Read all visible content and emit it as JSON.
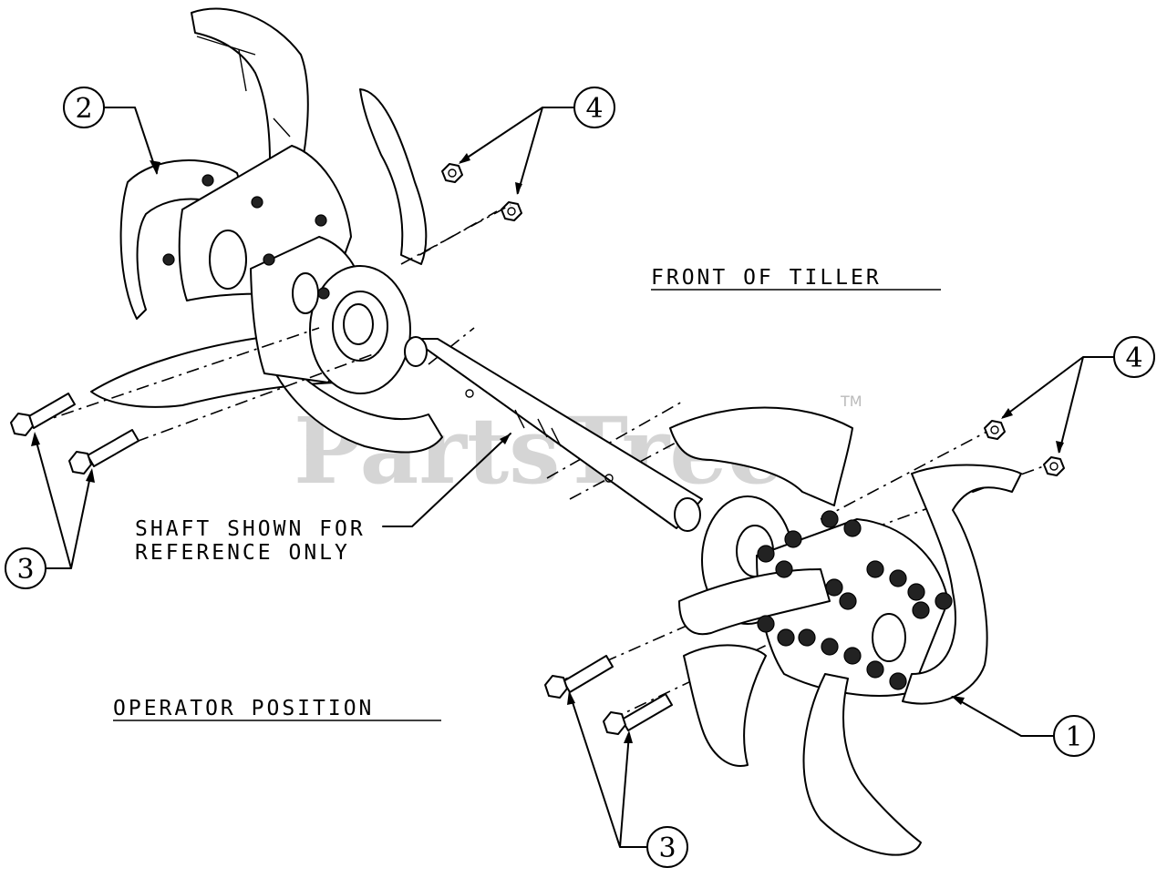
{
  "labels": {
    "front": "FRONT OF TILLER",
    "operator": "OPERATOR POSITION",
    "shaft_line1": "SHAFT SHOWN FOR",
    "shaft_line2": "REFERENCE ONLY"
  },
  "watermark": {
    "text": "PartsTree",
    "tm": "TM"
  },
  "callouts": [
    {
      "id": "c1",
      "text": "1"
    },
    {
      "id": "c2",
      "text": "2"
    },
    {
      "id": "c3a",
      "text": "3"
    },
    {
      "id": "c3b",
      "text": "3"
    },
    {
      "id": "c4a",
      "text": "4"
    },
    {
      "id": "c4b",
      "text": "4"
    }
  ]
}
